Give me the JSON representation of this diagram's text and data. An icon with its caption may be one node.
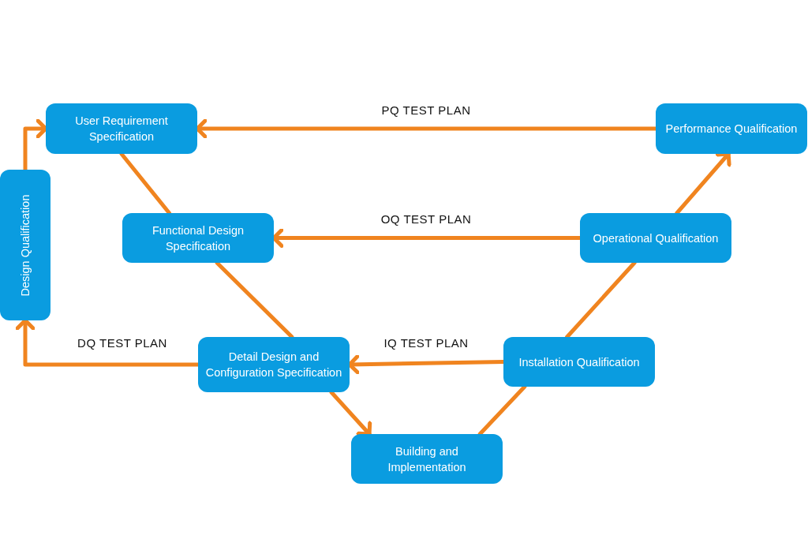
{
  "diagram": {
    "nodes": [
      {
        "text": [
          "User Requirement Specification"
        ]
      },
      {
        "text": [
          "Performance Qualification"
        ]
      },
      {
        "text": [
          "Design Qualification"
        ]
      },
      {
        "text": [
          "Functional Design Specification"
        ]
      },
      {
        "text": [
          "Operational Qualification"
        ]
      },
      {
        "text": [
          "Detail Design and Configuration Specification"
        ]
      },
      {
        "text": [
          "Installation Qualification"
        ]
      },
      {
        "text": [
          "Building and Implementation"
        ]
      }
    ],
    "edges": [
      {
        "from": 1,
        "to": 0,
        "arrow": "to",
        "label": "PQ TEST PLAN"
      },
      {
        "from": 4,
        "to": 3,
        "arrow": "to",
        "label": "OQ TEST PLAN"
      },
      {
        "from": 6,
        "to": 5,
        "arrow": "to",
        "label": "IQ TEST PLAN"
      },
      {
        "from": 5,
        "to": 2,
        "arrow": "to",
        "label": "DQ TEST PLAN"
      },
      {
        "from": 2,
        "to": 0,
        "arrow": "to"
      },
      {
        "from": 0,
        "to": 3,
        "arrow": "none"
      },
      {
        "from": 3,
        "to": 5,
        "arrow": "none"
      },
      {
        "from": 5,
        "to": 7,
        "arrow": "to"
      },
      {
        "from": 7,
        "to": 6,
        "arrow": "none"
      },
      {
        "from": 6,
        "to": 4,
        "arrow": "none"
      },
      {
        "from": 4,
        "to": 1,
        "arrow": "to"
      }
    ]
  }
}
